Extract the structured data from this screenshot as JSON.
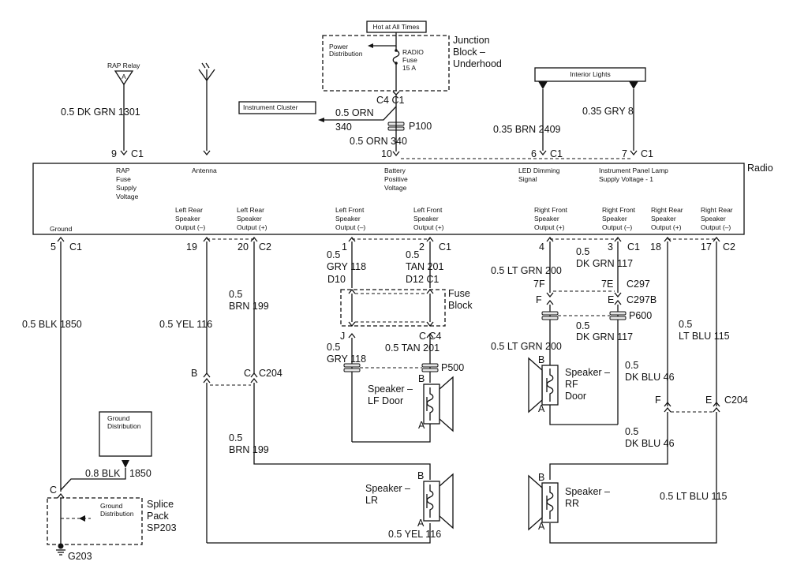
{
  "title": {
    "hot_at_all_times": "Hot at All Times",
    "junction_block": [
      "Junction",
      "Block –",
      "Underhood"
    ],
    "power_distribution": [
      "Power",
      "Distribution"
    ],
    "radio_fuse": [
      "RADIO",
      "Fuse",
      "15 A"
    ],
    "radio": "Radio",
    "interior_lights": "Interior Lights",
    "instrument_cluster": "Instrument Cluster",
    "rap_relay": "RAP Relay",
    "rap_relay_pin": "A",
    "fuse_block": [
      "Fuse",
      "Block"
    ],
    "ground_distribution_box": [
      "Ground",
      "Distribution"
    ],
    "ground_distribution_inner": [
      "Ground",
      "Distribution"
    ],
    "splice_pack": [
      "Splice",
      "Pack",
      "SP203"
    ],
    "ground_id": "G203",
    "speakers": {
      "lf": [
        "Speaker –",
        "LF Door"
      ],
      "rf": [
        "Speaker –",
        "RF",
        "Door"
      ],
      "lr": [
        "Speaker –",
        "LR"
      ],
      "rr": [
        "Speaker –",
        "RR"
      ]
    }
  },
  "radio_top_labels": {
    "rap": [
      "RAP",
      "Fuse",
      "Supply",
      "Voltage"
    ],
    "antenna": "Antenna",
    "battery": [
      "Battery",
      "Positive",
      "Voltage"
    ],
    "led": [
      "LED Dimming",
      "Signal"
    ],
    "ipl": [
      "Instrument Panel Lamp",
      "Supply Voltage - 1"
    ]
  },
  "radio_bottom_labels": {
    "ground": "Ground",
    "lr_minus": [
      "Left Rear",
      "Speaker",
      "Output (–)"
    ],
    "lr_plus": [
      "Left Rear",
      "Speaker",
      "Output (+)"
    ],
    "lf_minus": [
      "Left Front",
      "Speaker",
      "Output (–)"
    ],
    "lf_plus": [
      "Left Front",
      "Speaker",
      "Output (+)"
    ],
    "rf_plus": [
      "Right Front",
      "Speaker",
      "Output (+)"
    ],
    "rf_minus": [
      "Right Front",
      "Speaker",
      "Output (–)"
    ],
    "rr_plus": [
      "Right Rear",
      "Speaker",
      "Output (+)"
    ],
    "rr_minus": [
      "Right Rear",
      "Speaker",
      "Output (–)"
    ]
  },
  "wire_labels": {
    "w1301": "0.5 DK GRN  1301",
    "w340_orn_upper": "0.5 ORN",
    "w340_num_upper": "340",
    "w340_lower": "0.5 ORN  340",
    "w2409": "0.35 BRN  2409",
    "w8": "0.35 GRY  8",
    "w1850": "0.5 BLK  1850",
    "w116_upper": "0.5 YEL  116",
    "w199_upper_size": "0.5",
    "w199_upper": "BRN  199",
    "w118_upper_size": "0.5",
    "w118_upper": "GRY  118",
    "w201_upper_size": "0.5",
    "w201_upper": "TAN  201",
    "w118_lower_size": "0.5",
    "w118_lower": "GRY  118",
    "w201_lower": "0.5 TAN  201",
    "w200_upper": "0.5 LT GRN  200",
    "w117_upper_size": "0.5",
    "w117_upper": "DK GRN  117",
    "w200_lower": "0.5 LT GRN  200",
    "w117_lower_size": "0.5",
    "w117_lower": "DK GRN  117",
    "w115_upper_size": "0.5",
    "w115_upper": "LT BLU  115",
    "w46_upper_size": "0.5",
    "w46_upper": "DK BLU  46",
    "w46_lower_size": "0.5",
    "w46_lower": "DK BLU  46",
    "w199_lower_size": "0.5",
    "w199_lower": "BRN  199",
    "w1850_splice": "0.8 BLK",
    "w1850_splice_num": "1850",
    "w116_lower": "0.5 YEL  116",
    "w115_lower": "0.5 LT BLU  115"
  },
  "connectors": {
    "c4_c1_top": "C4  C1",
    "p100": "P100",
    "pin9": "9",
    "pin10": "10",
    "pin6": "6",
    "pin7": "7",
    "c1": "C1",
    "pin5": "5",
    "pin19": "19",
    "pin20": "20",
    "c2": "C2",
    "pin1": "1",
    "pin2": "2",
    "pin4": "4",
    "pin3": "3",
    "pin18": "18",
    "pin17": "17",
    "d10": "D10",
    "d12_c1": "D12  C1",
    "j": "J",
    "c_c4": "C   C4",
    "p500": "P500",
    "b": "B",
    "a": "A",
    "c": "C",
    "e": "E",
    "f": "F",
    "c204": "C204",
    "f7": "7F",
    "e7": "7E",
    "c297": "C297",
    "c297b": "C297B",
    "p600": "P600"
  }
}
